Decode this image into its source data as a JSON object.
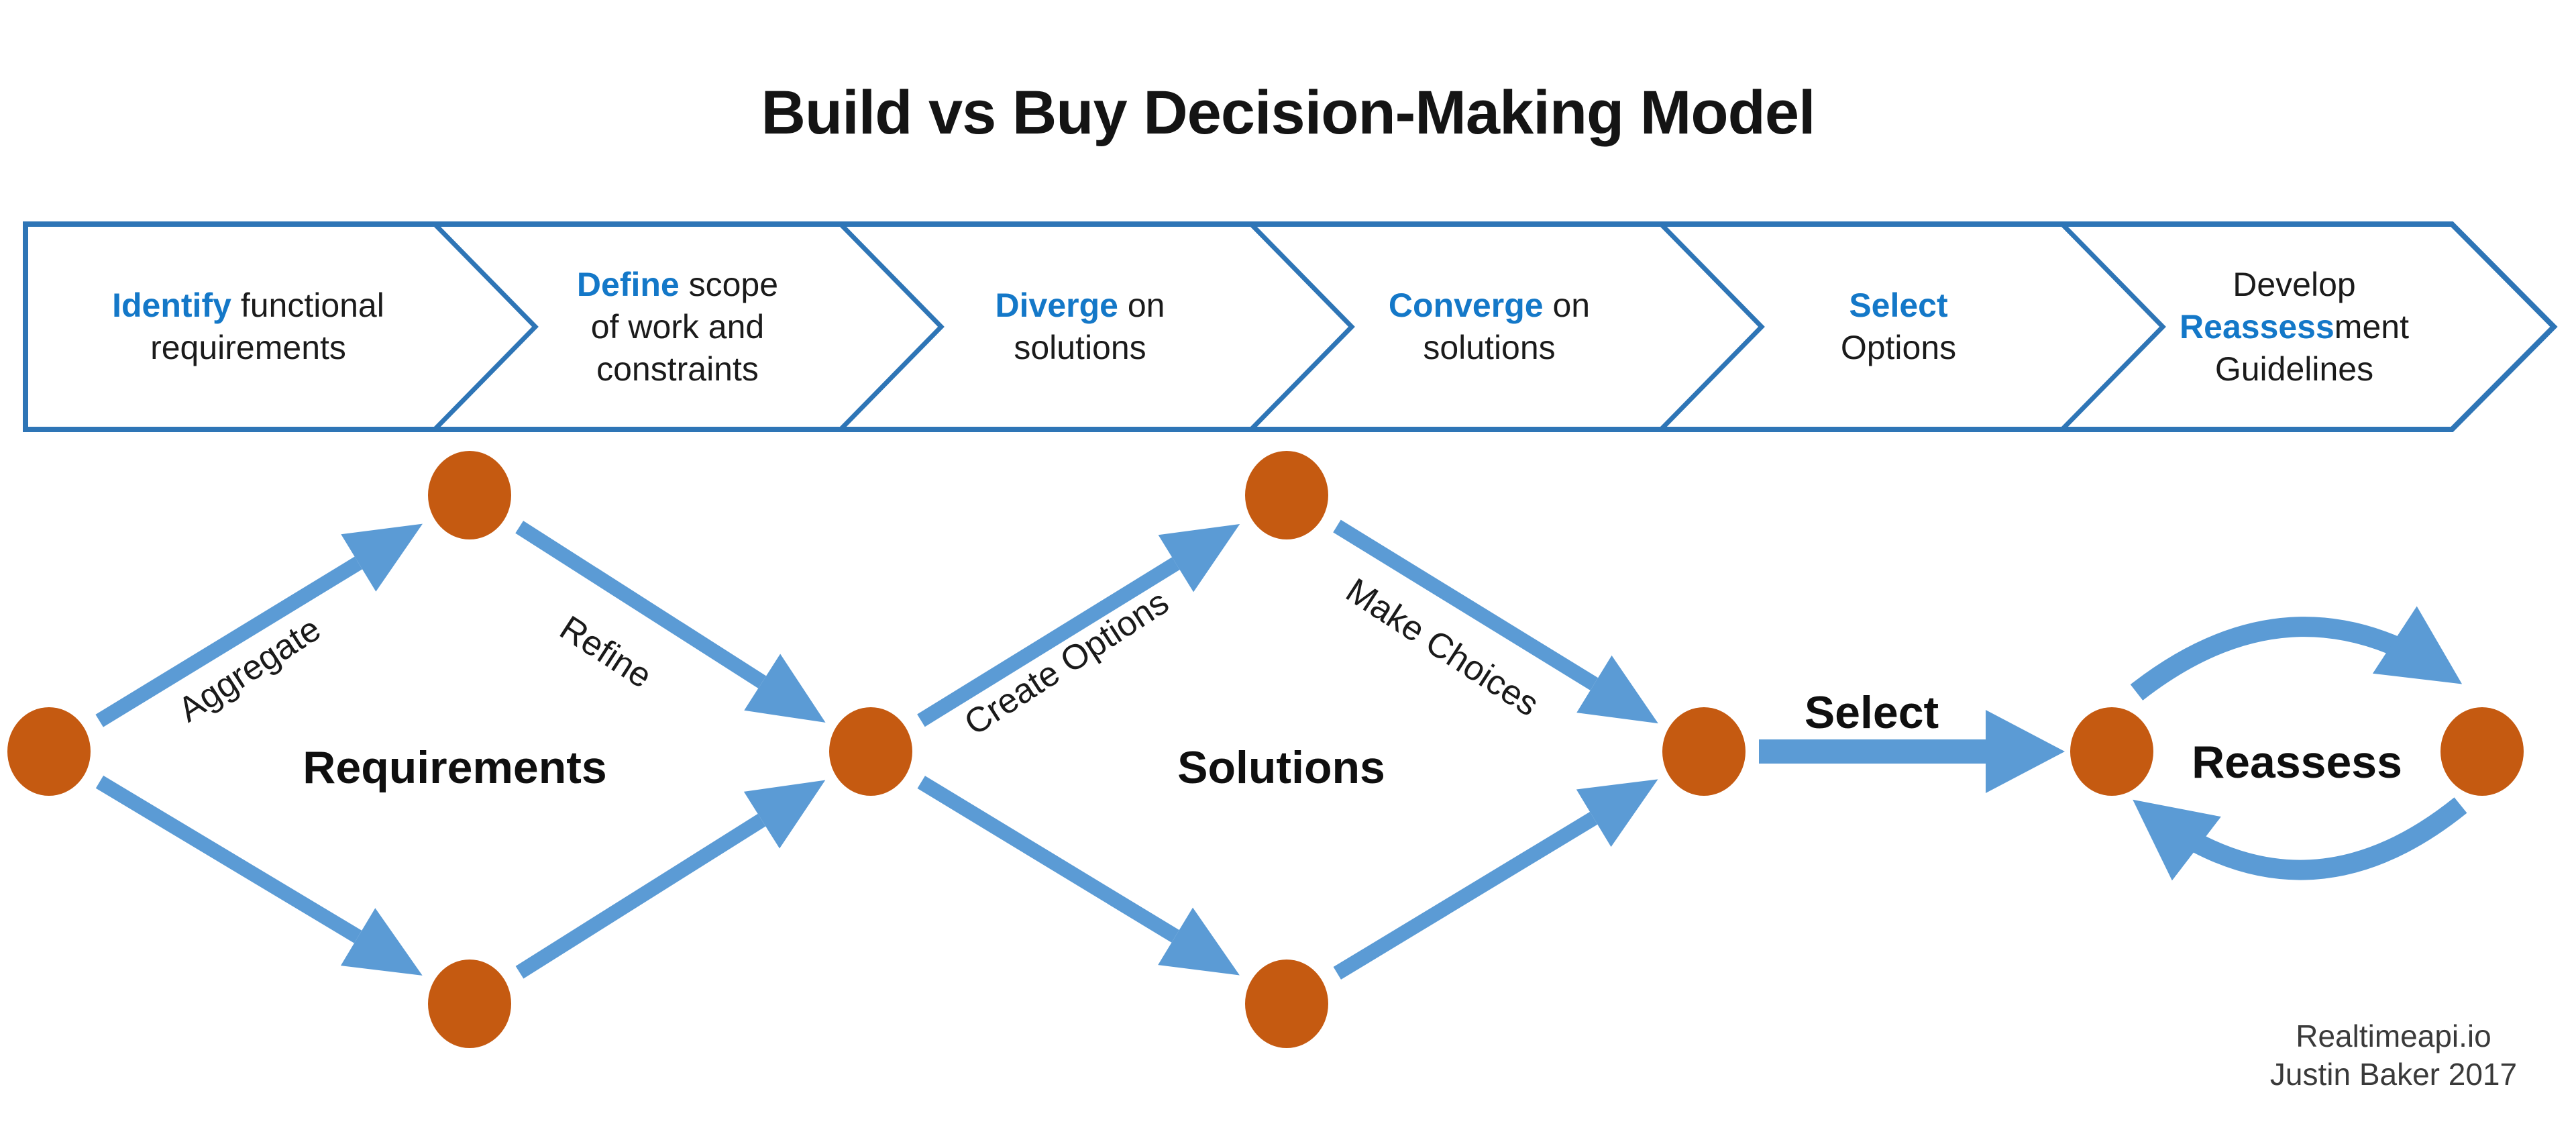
{
  "title": "Build vs Buy Decision-Making Model",
  "colors": {
    "arrow_blue": "#5B9BD5",
    "bar_border_blue": "#2E75B6",
    "emphasis_blue": "#1478C8",
    "node_orange": "#C55A11",
    "text_black": "#1B1B1B"
  },
  "process_bar": {
    "steps": [
      {
        "pre": "",
        "em": "Identify",
        "post": " functional requirements"
      },
      {
        "pre": "",
        "em": "Define",
        "post": " scope of work and constraints"
      },
      {
        "pre": "",
        "em": "Diverge",
        "post": " on solutions"
      },
      {
        "pre": "",
        "em": "Converge",
        "post": " on solutions"
      },
      {
        "pre": "",
        "em": "Select",
        "post": " Options"
      },
      {
        "pre": "Develop ",
        "em": "Reassess",
        "post": "ment Guidelines"
      }
    ]
  },
  "flow": {
    "diamond1": {
      "name": "Requirements",
      "up_label": "Aggregate",
      "down_label": "Refine"
    },
    "diamond2": {
      "name": "Solutions",
      "up_label": "Create Options",
      "down_label": "Make Choices"
    },
    "select_label": "Select",
    "loop_label": "Reassess"
  },
  "credits": {
    "line1": "Realtimeapi.io",
    "line2": "Justin Baker 2017"
  }
}
